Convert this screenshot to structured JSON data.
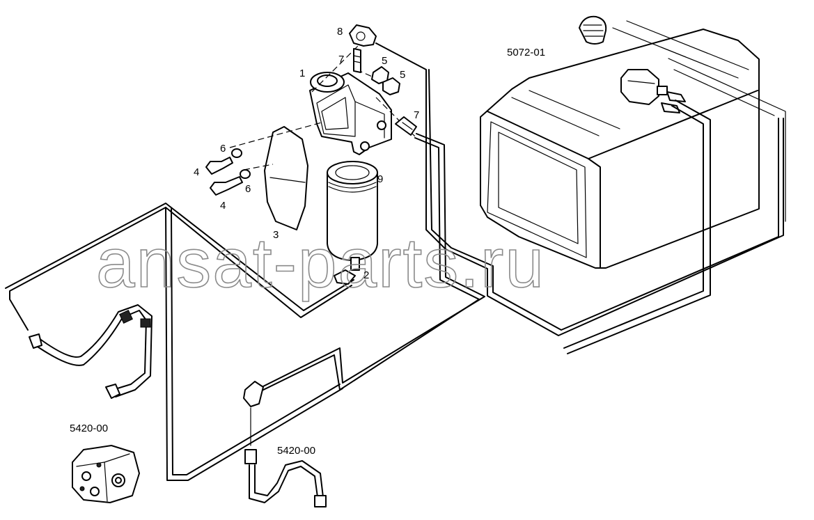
{
  "watermark": "ansat-parts.ru",
  "labels": {
    "tank_assembly": "5072-01",
    "pump_assembly": "5420-00",
    "hose_assembly": "5420-00",
    "p1": "1",
    "p2": "2",
    "p3": "3",
    "p4a": "4",
    "p4b": "4",
    "p5a": "5",
    "p5b": "5",
    "p6a": "6",
    "p6b": "6",
    "p7a": "7",
    "p7b": "7",
    "p8": "8",
    "p9": "9"
  }
}
